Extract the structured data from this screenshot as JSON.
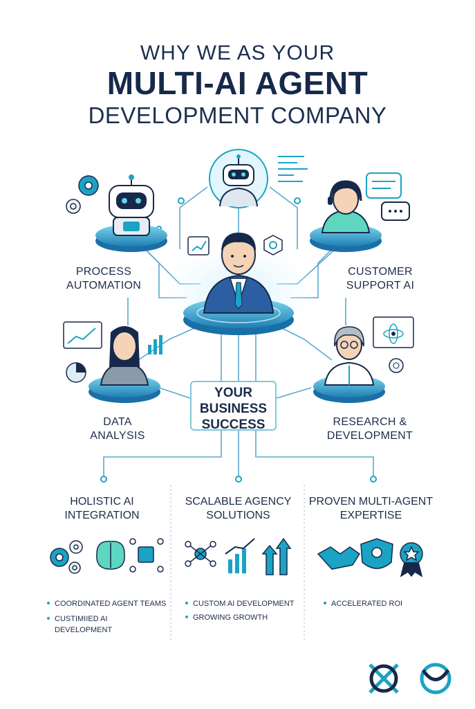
{
  "title": {
    "line1": "WHY WE AS YOUR",
    "line2": "MULTI-AI AGENT",
    "line3": "DEVELOPMENT COMPANY"
  },
  "center": {
    "line1": "YOUR",
    "line2": "BUSINESS",
    "line3": "SUCCESS"
  },
  "nodes": {
    "process": {
      "line1": "PROCESS",
      "line2": "AUTOMATION"
    },
    "support": {
      "line1": "CUSTOMER",
      "line2": "SUPPORT AI"
    },
    "data": {
      "line1": "DATA",
      "line2": "ANALYSIS"
    },
    "research": {
      "line1": "RESEARCH &",
      "line2": "DEVELOPMENT"
    }
  },
  "columns": [
    {
      "title1": "HOLISTIC AI",
      "title2": "INTEGRATION",
      "bullets": [
        "COORDINATED AGENT TEAMS",
        "CUSTIMIIED AI",
        "DEVELOPMENT"
      ]
    },
    {
      "title1": "SCALABLE AGENCY",
      "title2": "SOLUTIONS",
      "bullets": [
        "CUSTOM AI DEVELOPMENT",
        "GROWING GROWTH"
      ]
    },
    {
      "title1": "PROVEN MULTI-AGENT",
      "title2": "EXPERTISE",
      "bullets": [
        "ACCELERATED ROI"
      ]
    }
  ],
  "colors": {
    "accent": "#1aa3c4",
    "navy": "#16294a",
    "light": "#bfe6f2"
  }
}
